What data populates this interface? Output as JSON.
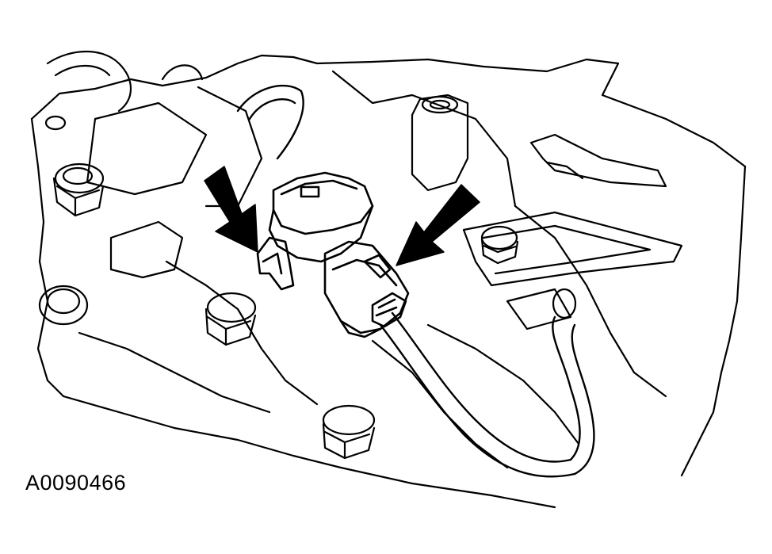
{
  "figure": {
    "id_label": "A0090466"
  },
  "colors": {
    "ink": "#000000",
    "paper": "#ffffff"
  },
  "callouts": [
    {
      "name": "left-arrow-icon",
      "points_to": "connector-locking-tab"
    },
    {
      "name": "right-arrow-icon",
      "points_to": "connector-release-tab"
    }
  ]
}
